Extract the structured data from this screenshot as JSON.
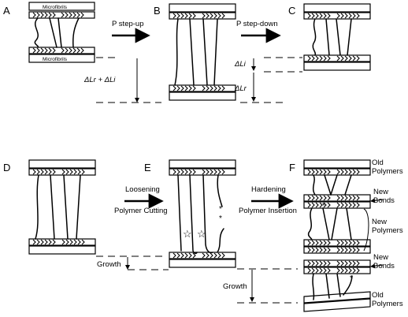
{
  "panels": {
    "a": "A",
    "b": "B",
    "c": "C",
    "d": "D",
    "e": "E",
    "f": "F"
  },
  "labels": {
    "microfibrils_top": "Microfibrils",
    "microfibrils_bottom": "Microfibrils",
    "p_step_up": "P step-up",
    "p_step_down": "P step-down",
    "delta_lr_plus_li": "ΔLr + ΔLi",
    "delta_li": "ΔLi",
    "delta_lr": "ΔLr",
    "loosening": "Loosening",
    "polymer_cutting": "Polymer Cutting",
    "hardening": "Hardening",
    "polymer_insertion": "Polymer Insertion",
    "growth_e": "Growth",
    "growth_f": "Growth",
    "old_polymers_top": "Old Polymers",
    "new_bonds_top": "New Bonds",
    "new_polymers": "New Polymers",
    "new_bonds_bottom": "New Bonds",
    "old_polymers_bottom": "Old Polymers"
  }
}
